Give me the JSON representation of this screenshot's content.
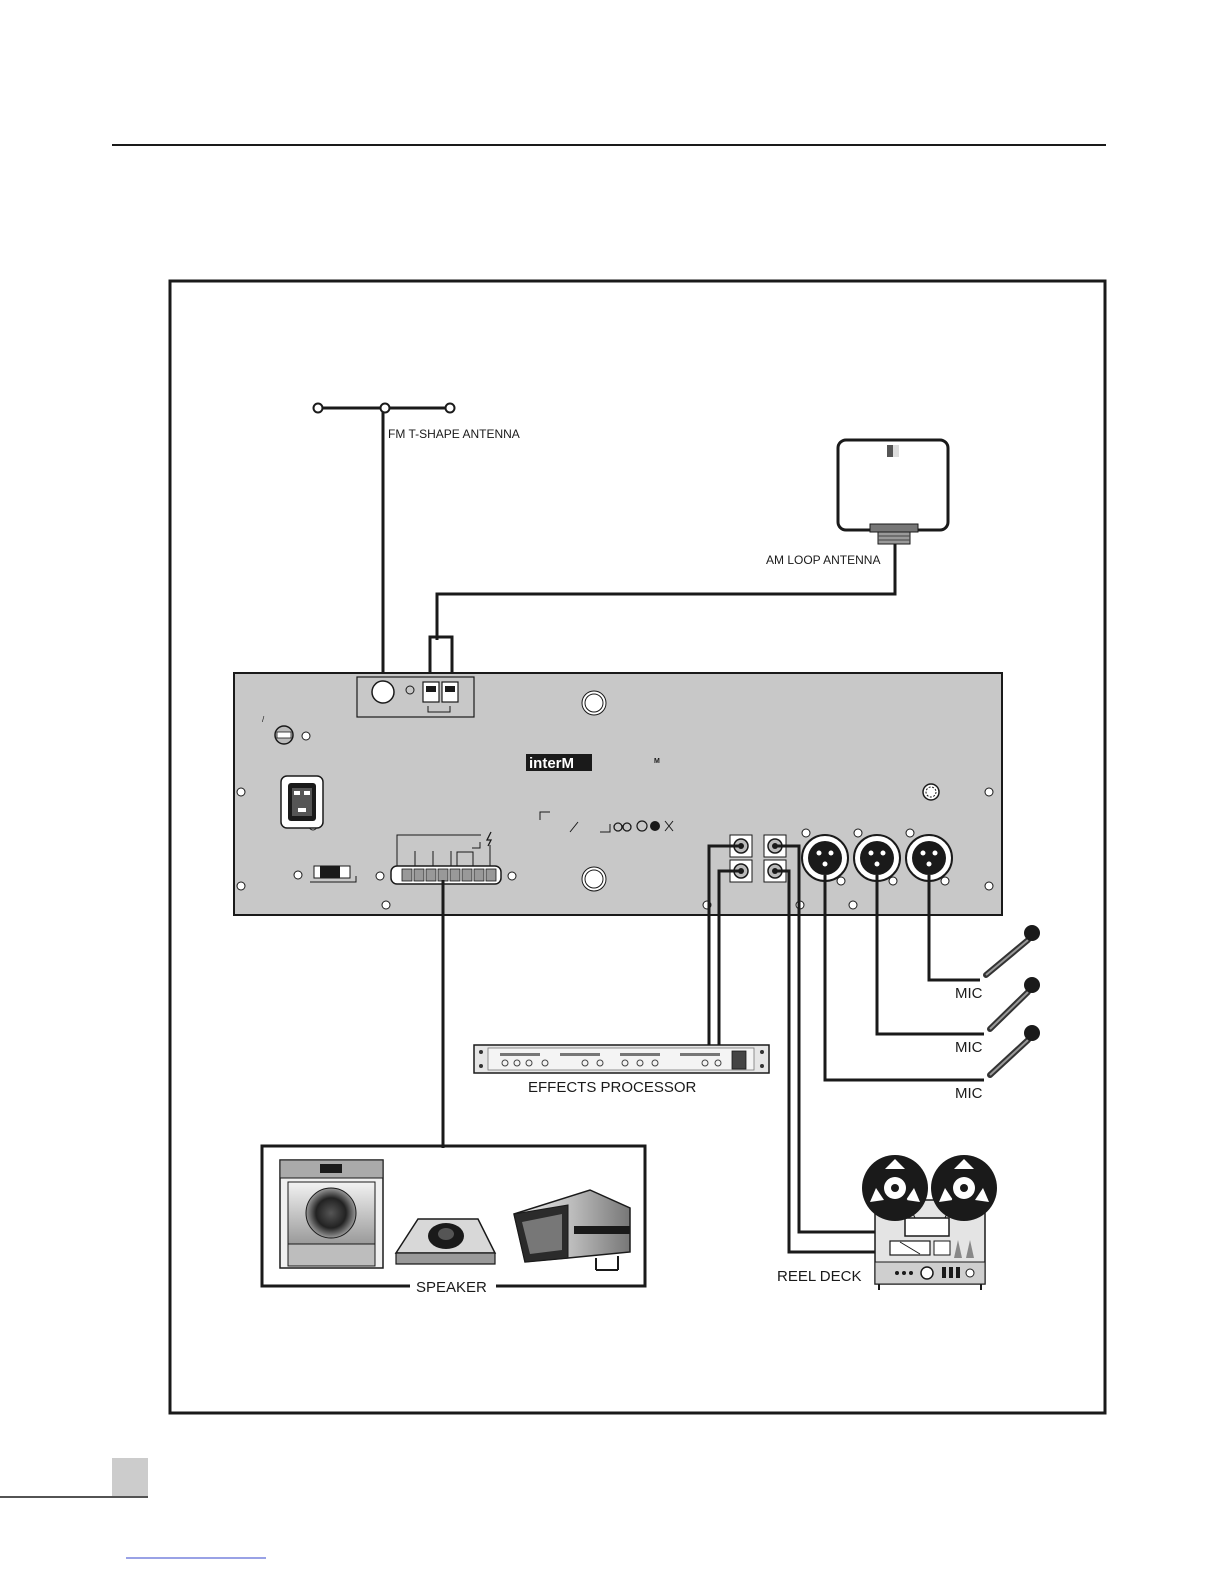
{
  "labels": {
    "fm_antenna": "FM T-SHAPE ANTENNA",
    "am_antenna": "AM LOOP ANTENNA",
    "effects_processor": "EFFECTS PROCESSOR",
    "speaker": "SPEAKER",
    "reel_deck": "REEL DECK",
    "mic_1": "MIC",
    "mic_2": "MIC",
    "mic_3": "MIC"
  },
  "panel": {
    "brand_logo": "interM",
    "model_mark": "M"
  },
  "colors": {
    "panel": "#c8c8c8",
    "line": "#1a1a1a",
    "page_number_box": "#cccccc"
  },
  "icons": [
    "fm-t-shape-antenna-icon",
    "am-loop-antenna-icon",
    "effects-processor-icon",
    "speaker-icons",
    "reel-deck-icon",
    "microphone-icon"
  ]
}
